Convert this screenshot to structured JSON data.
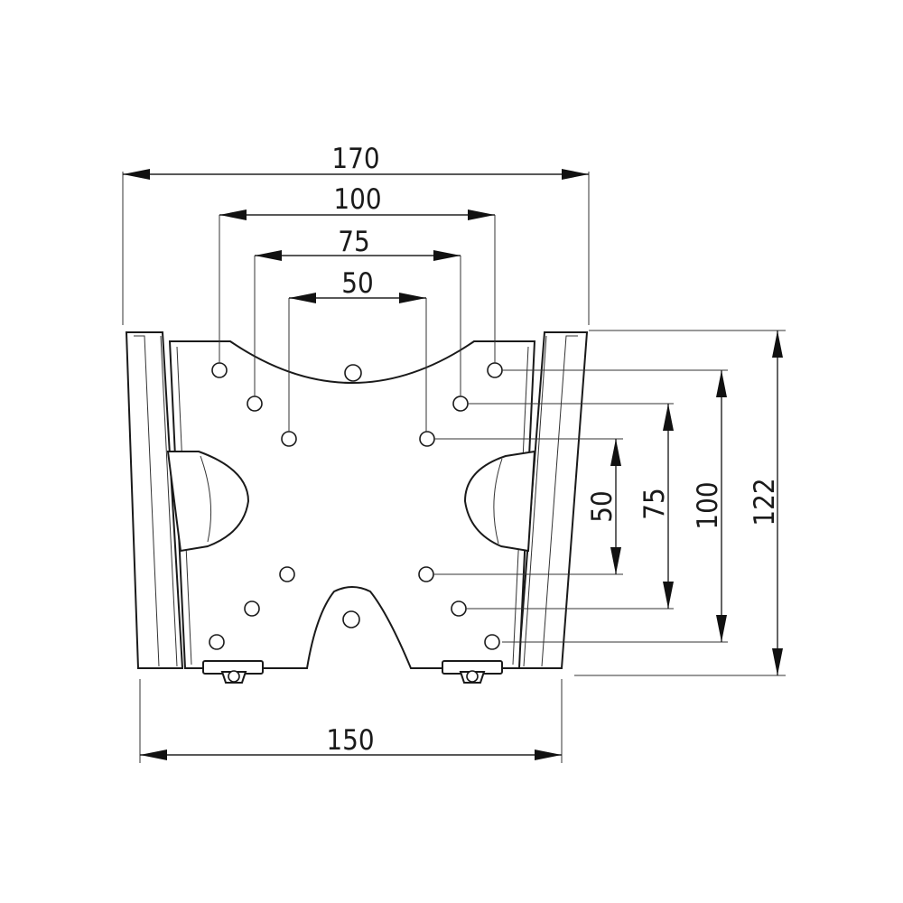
{
  "dimensions": {
    "overall_width": "170",
    "pattern_100_h": "100",
    "pattern_75_h": "75",
    "pattern_50_h": "50",
    "bottom_width": "150",
    "pattern_50_v": "50",
    "pattern_75_v": "75",
    "pattern_100_v": "100",
    "overall_height": "122"
  }
}
